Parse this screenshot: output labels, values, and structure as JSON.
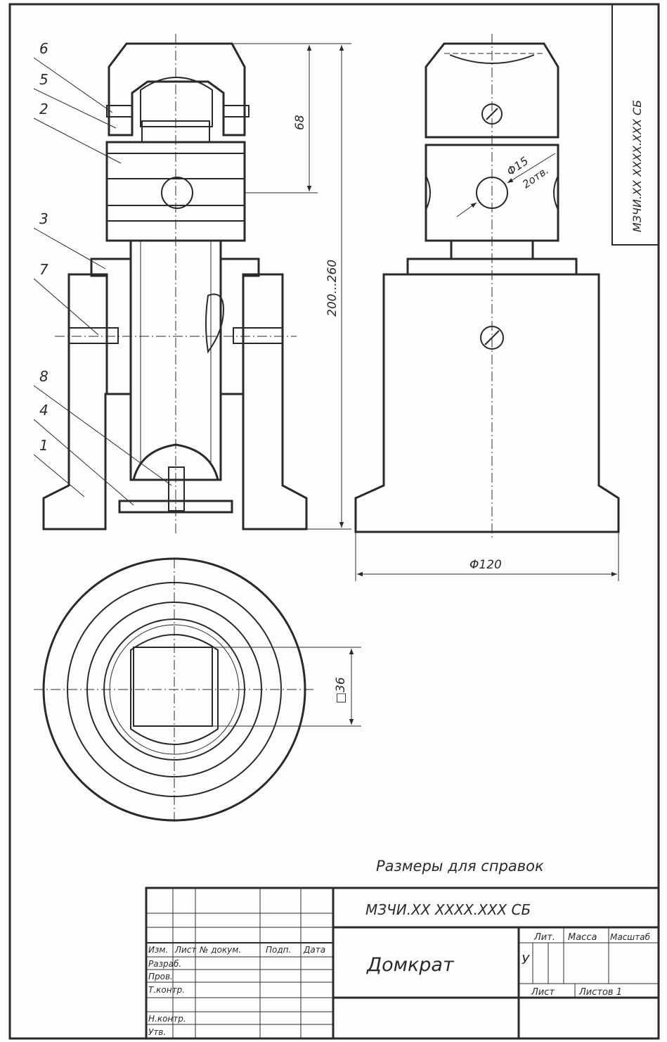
{
  "drawing": {
    "leaders": [
      "6",
      "5",
      "2",
      "3",
      "7",
      "8",
      "4",
      "1"
    ],
    "dim_68": "68",
    "dim_height": "200...260",
    "dim_hole": "Φ15",
    "dim_hole_count": "2отв.",
    "dim_base": "Φ120",
    "dim_square": "□36",
    "note": "Размеры для справок"
  },
  "stamp": {
    "designation": "МЗЧИ.ХХ ХХХХ.ХХХ СБ",
    "rotated_designation": "МЗЧИ.ХХ ХХХХ.ХХХ СБ",
    "title": "Домкрат",
    "col_izm": "Изм.",
    "col_list": "Лист",
    "col_doc": "№ докум.",
    "col_sign": "Подп.",
    "col_date": "Дата",
    "row_razrab": "Разраб.",
    "row_prov": "Пров.",
    "row_tkontr": "Т.контр.",
    "row_nkontr": "Н.контр.",
    "row_utv": "Утв.",
    "lit": "Лит.",
    "massa": "Масса",
    "masshtab": "Масштаб",
    "lit_value": "У",
    "list": "Лист",
    "listov": "Листов 1"
  }
}
